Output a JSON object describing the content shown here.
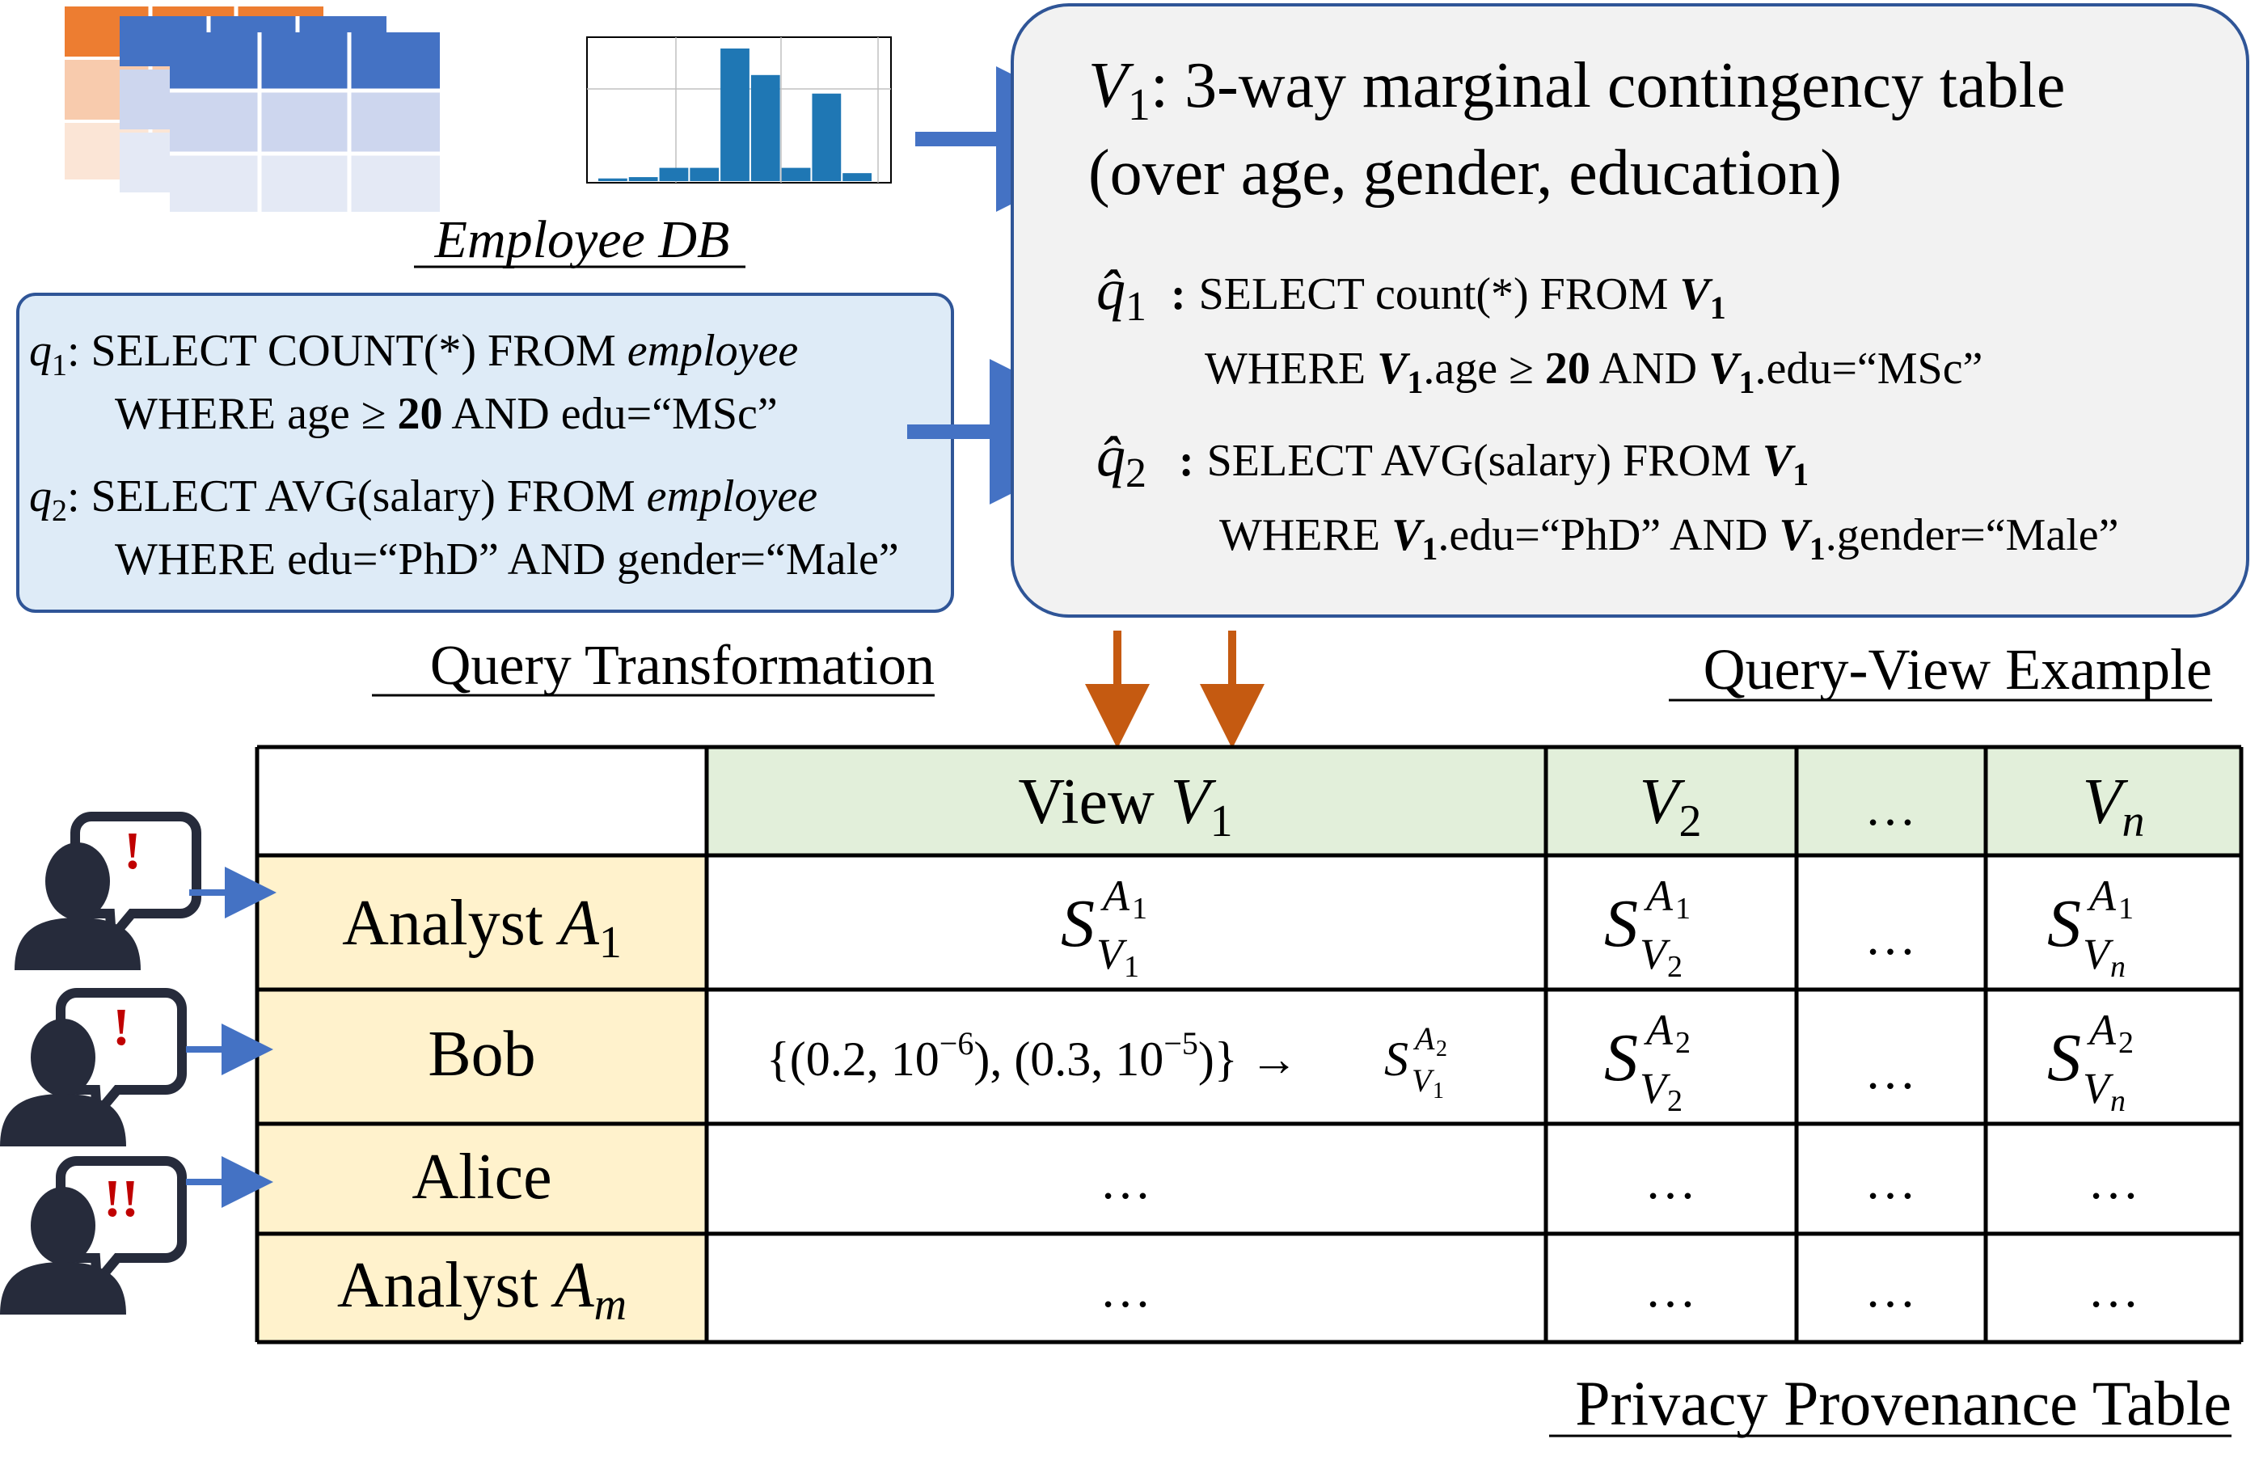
{
  "employee_db": {
    "caption": "Employee DB",
    "histogram_values": [
      0.02,
      0.03,
      0.1,
      0.1,
      1.0,
      0.8,
      0.1,
      0.66,
      0.06
    ]
  },
  "query_transformation": {
    "caption": "Query Transformation",
    "q1": {
      "label": "q",
      "sub": "1",
      "line1_prefix": ": SELECT COUNT(*) FROM ",
      "line1_table": "employee",
      "line2_a": "WHERE age ≥ ",
      "line2_num": "20",
      "line2_b": " AND edu=“MSc”"
    },
    "q2": {
      "label": "q",
      "sub": "2",
      "line1_prefix": ": SELECT AVG(salary) FROM ",
      "line1_table": "employee",
      "line2": "WHERE edu=“PhD” AND gender=“Male”"
    }
  },
  "query_view": {
    "caption": "Query-View Example",
    "title_var": "V",
    "title_sub": "1",
    "title_line1": ": 3-way marginal contingency table",
    "title_line2": "(over age, gender, education)",
    "qhat1": {
      "label": "q̂",
      "sub": "1",
      "line1_prefix": "SELECT count(*) FROM ",
      "view": "V",
      "view_sub": "1",
      "line2_a": "WHERE ",
      "line2_b": ".age ≥ ",
      "line2_num": "20",
      "line2_c": " AND ",
      "line2_d": ".edu=“MSc”"
    },
    "qhat2": {
      "label": "q̂",
      "sub": "2",
      "line1_prefix": "SELECT AVG(salary) FROM ",
      "view": "V",
      "view_sub": "1",
      "line2_a": "WHERE ",
      "line2_b": ".edu=“PhD” AND ",
      "line2_c": ".gender=“Male”"
    }
  },
  "provenance_table": {
    "caption": "Privacy Provenance Table",
    "columns": [
      {
        "prefix": "View ",
        "var": "V",
        "sub": "1"
      },
      {
        "prefix": "",
        "var": "V",
        "sub": "2"
      },
      {
        "text": "…"
      },
      {
        "prefix": "",
        "var": "V",
        "sub": "n"
      }
    ],
    "rows": [
      {
        "label_prefix": "Analyst ",
        "label_var": "A",
        "label_sub": "1",
        "alert": "!"
      },
      {
        "label": "Bob",
        "alert": "!"
      },
      {
        "label": "Alice",
        "alert": "!!"
      },
      {
        "label_prefix": "Analyst ",
        "label_var": "A",
        "label_sub": "m"
      }
    ],
    "bob_entry": {
      "set": "{(0.2, 10",
      "exp1": "−6",
      "mid": "), (0.3, 10",
      "exp2": "−5",
      "end": ")} → "
    },
    "ellipsis": "…"
  },
  "colors": {
    "arrow_blue": "#4472c4",
    "arrow_orange": "#c55a11",
    "query_box_fill": "#deebf7",
    "query_box_border": "#2f5597",
    "view_box_fill": "#f2f2f2",
    "view_box_border": "#2f5597",
    "header_green": "#e2efda",
    "row_header_yellow": "#fff2cc",
    "analyst_icon": "#262b3b",
    "alert_red": "#c00000",
    "db_orange": "#ed7d31",
    "db_blue": "#4472c4",
    "hist_bar": "#1f77b4"
  }
}
